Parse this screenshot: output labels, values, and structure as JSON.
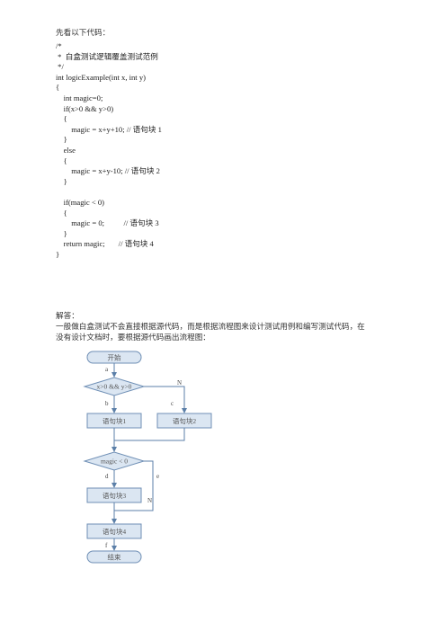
{
  "intro": "先看以下代码：",
  "code_lines": [
    "/*",
    " *  白盒测试逻辑覆盖测试范例",
    " */",
    "int logicExample(int x, int y)",
    "{",
    "    int magic=0;",
    "    if(x>0 && y>0)",
    "    {",
    "        magic = x+y+10; // 语句块 1",
    "    }",
    "    else",
    "    {",
    "        magic = x+y-10; // 语句块 2",
    "    }",
    "",
    "    if(magic < 0)",
    "    {",
    "        magic = 0;          // 语句块 3",
    "    }",
    "    return magic;       // 语句块 4",
    "}"
  ],
  "answer_title": "解答：",
  "answer_line1": "一般做白盒测试不会直接根据源代码，而是根据流程图来设计测试用例和编写测试代码，在",
  "answer_line2": "没有设计文档时，要根据源代码画出流程图：",
  "flowchart": {
    "start": "开始",
    "cond1": "x>0 && y>0",
    "block1": "语句块1",
    "block2": "语句块2",
    "cond2": "magic < 0",
    "block3": "语句块3",
    "block4": "语句块4",
    "end": "结束",
    "edge_a": "a",
    "edge_b": "b",
    "edge_c": "c",
    "edge_d": "d",
    "edge_e": "e",
    "edge_f": "f",
    "no1": "N",
    "no2": "N"
  }
}
